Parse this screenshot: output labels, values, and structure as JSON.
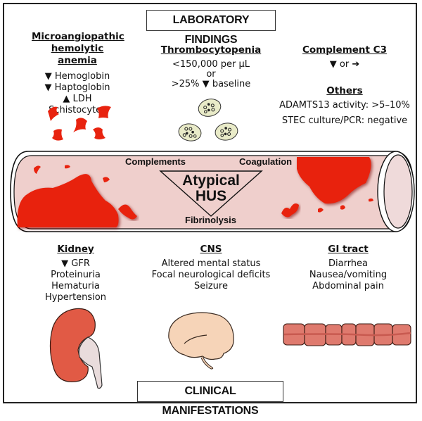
{
  "headers": {
    "top": "LABORATORY FINDINGS",
    "bottom": "CLINICAL MANIFESTATIONS"
  },
  "lab": {
    "mah": {
      "title_line1": "Microangiopathic",
      "title_line2": "hemolytic anemia",
      "items": [
        {
          "arrow": "down-arrow-icon",
          "glyph": "🡇",
          "text": "Hemoglobin"
        },
        {
          "arrow": "down-arrow-icon",
          "glyph": "🡇",
          "text": "Haptoglobin"
        },
        {
          "arrow": "up-arrow-icon",
          "glyph": "🡅",
          "text": "LDH"
        },
        {
          "arrow": "",
          "glyph": "",
          "text": "Schistocytes"
        }
      ]
    },
    "thrombocytopenia": {
      "title": "Thrombocytopenia",
      "line1": "<150,000 per µL",
      "line2": "or",
      "line3_prefix": ">25%",
      "line3_arrow": "🡇",
      "line3_suffix": "baseline"
    },
    "complement": {
      "title": "Complement C3",
      "arrow_down": "🡇",
      "or": "or",
      "arrow_right": "🡆"
    },
    "others": {
      "title": "Others",
      "items": [
        "ADAMTS13 activity: >5–10%",
        "STEC culture/PCR: negative"
      ]
    }
  },
  "vessel": {
    "complements": "Complements",
    "coagulation": "Coagulation",
    "fibrinolysis": "Fibrinolysis",
    "center_line1": "Atypical",
    "center_line2": "HUS"
  },
  "clinical": {
    "kidney": {
      "title": "Kidney",
      "gfr_arrow": "🡇",
      "items": [
        "GFR",
        "Proteinuria",
        "Hematuria",
        "Hypertension"
      ]
    },
    "cns": {
      "title": "CNS",
      "items": [
        "Altered mental status",
        "Focal neurological deficits",
        "Seizure"
      ]
    },
    "gi": {
      "title": "GI tract",
      "items": [
        "Diarrhea",
        "Nausea/vomiting",
        "Abdominal pain"
      ]
    }
  },
  "colors": {
    "blood": "#e8230f",
    "vessel_fill": "#efcfcc",
    "platelet_fill": "#e9ebc8",
    "kidney": "#e15a45",
    "brain": "#f6d4b8",
    "gi": "#df7a6e"
  }
}
